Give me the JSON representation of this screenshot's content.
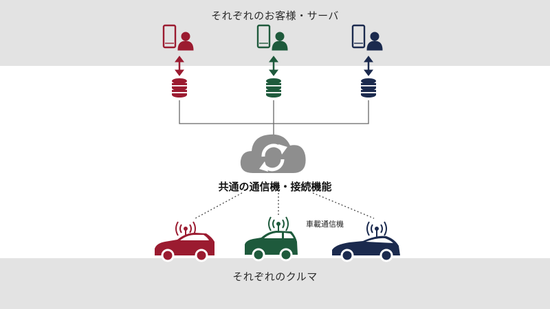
{
  "customers": {
    "title": "それぞれのお客様・サーバ"
  },
  "hub": {
    "label": "共通の通信機・接続機能"
  },
  "device": {
    "label": "車載通信機"
  },
  "vehicles": {
    "title": "それぞれのクルマ"
  },
  "colors": {
    "red": "#9b1b30",
    "green": "#1e5a3c",
    "navy": "#1b2a4e",
    "gray_cloud": "#8e8e8e",
    "band": "#e3e3e3",
    "line": "#666666"
  },
  "icons": {
    "phone": "smartphone-icon",
    "person": "person-icon",
    "database": "database-icon",
    "cloud": "cloud-sync-icon",
    "car": "car-icon",
    "antenna": "antenna-icon"
  }
}
